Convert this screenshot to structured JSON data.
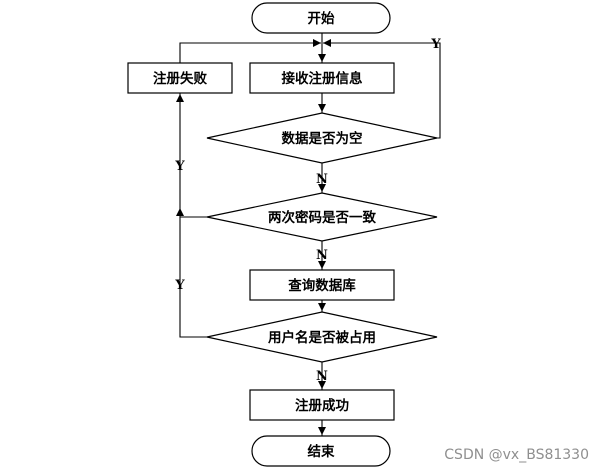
{
  "nodes": {
    "start": "开始",
    "receive": "接收注册信息",
    "fail": "注册失败",
    "check_empty": "数据是否为空",
    "check_password": "两次密码是否一致",
    "query_db": "查询数据库",
    "check_username": "用户名是否被占用",
    "success": "注册成功",
    "end": "结束"
  },
  "branch_labels": {
    "empty_yes": "Y",
    "empty_no": "N",
    "password_yes": "Y",
    "password_no": "N",
    "username_yes": "Y",
    "username_no": "N"
  },
  "watermark": "CSDN @vx_BS81330"
}
